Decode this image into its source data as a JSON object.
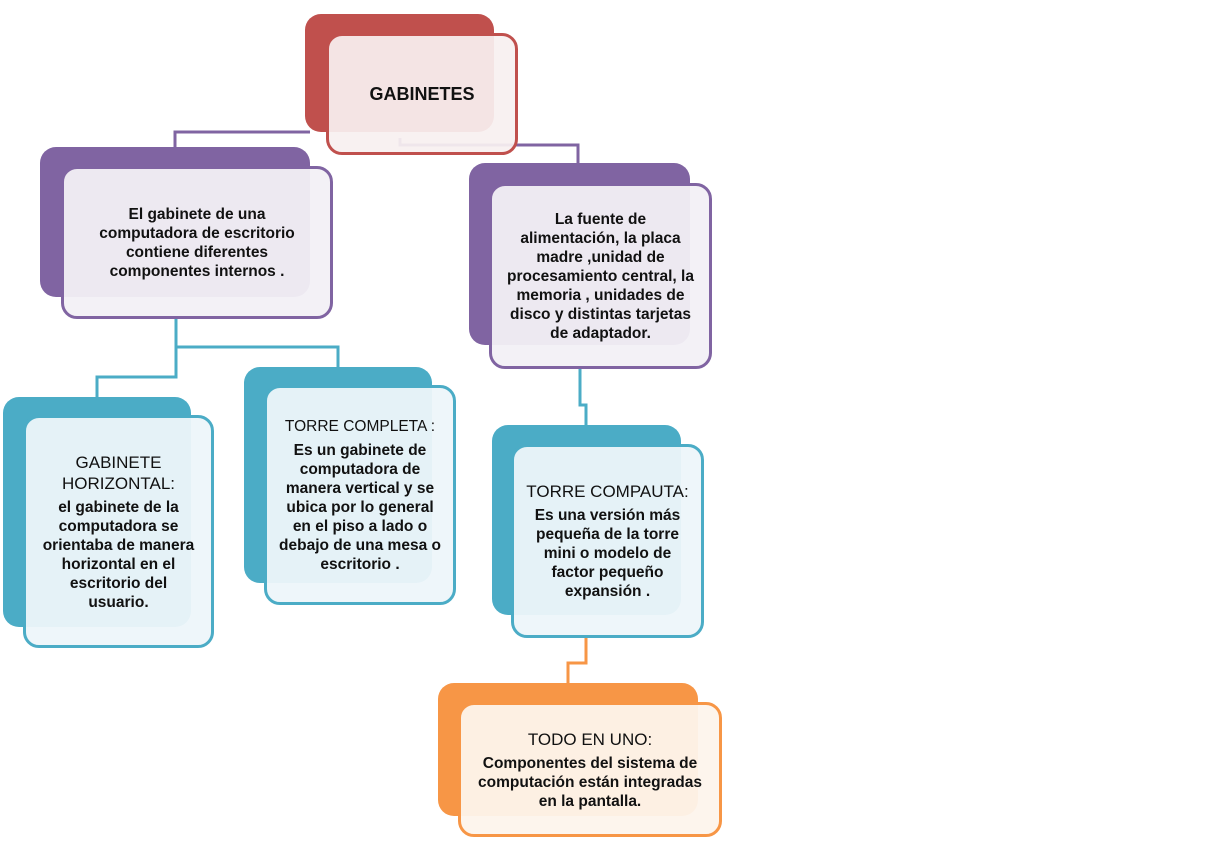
{
  "colors": {
    "red": "#C0504D",
    "purple": "#8064A2",
    "teal": "#4BACC6",
    "orange": "#F79646"
  },
  "root": {
    "title": "GABINETES"
  },
  "desc_left": {
    "text": "El gabinete de una computadora de escritorio contiene diferentes componentes internos ."
  },
  "desc_right": {
    "text": "La fuente de alimentación, la placa madre ,unidad de procesamiento central, la memoria , unidades de disco y distintas tarjetas de adaptador."
  },
  "horizontal": {
    "title": "GABINETE HORIZONTAL:",
    "text": "el gabinete de la computadora se orientaba de manera horizontal en el escritorio del usuario."
  },
  "completa": {
    "title": "TORRE COMPLETA :",
    "text": "Es un gabinete de computadora de manera vertical y se ubica por lo general en el piso a lado o debajo de una mesa o escritorio ."
  },
  "compacta": {
    "title": "TORRE COMPAUTA:",
    "text": "Es una versión más pequeña de la torre mini o modelo de factor pequeño expansión ."
  },
  "todo": {
    "title": "TODO EN UNO:",
    "text": "Componentes del sistema de computación están integradas en la pantalla."
  }
}
